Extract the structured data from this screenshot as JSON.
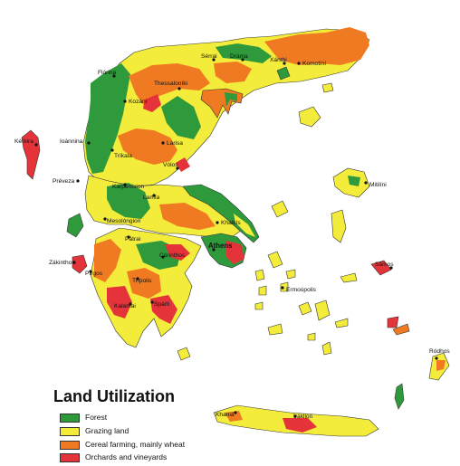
{
  "legend": {
    "title": "Land Utilization",
    "items": [
      {
        "label": "Forest",
        "color": "#2f9a3c"
      },
      {
        "label": "Grazing land",
        "color": "#f4ec3a"
      },
      {
        "label": "Cereal farming, mainly wheat",
        "color": "#f07a22"
      },
      {
        "label": "Orchards and vineyards",
        "color": "#e5333a"
      }
    ]
  },
  "places": {
    "florina": "Flórina",
    "kozani": "Kozáni",
    "thessaloniki": "Thessaloníki",
    "serrai": "Sérrai",
    "drama": "Dráma",
    "xanthi": "Xánthi",
    "komotini": "Komotiní",
    "kerkira": "Kérkira",
    "ioannina": "Ioánnina",
    "trikala": "Tríkala",
    "larisa": "Lárisa",
    "volos": "Vólos",
    "preveza": "Préveza",
    "karpenision": "Karpenísion",
    "lamia": "Lamía",
    "mesolongion": "Mesolóngion",
    "khalkis": "Khalkís",
    "mitilini": "Mitilíni",
    "patrai": "Pátrai",
    "athens": "Athens",
    "korinthos": "Córinthos",
    "zakinthos": "Zákinthos",
    "pirgos": "Pírgos",
    "tripolis": "Trípolis",
    "ermoupolis": "Ermoúpolis",
    "samos": "Sámos",
    "kalamai": "Kalamai",
    "sparti": "Spárti",
    "rodhos": "Ródhos",
    "khania": "Khaniá",
    "iraklion": "Iráklion"
  }
}
